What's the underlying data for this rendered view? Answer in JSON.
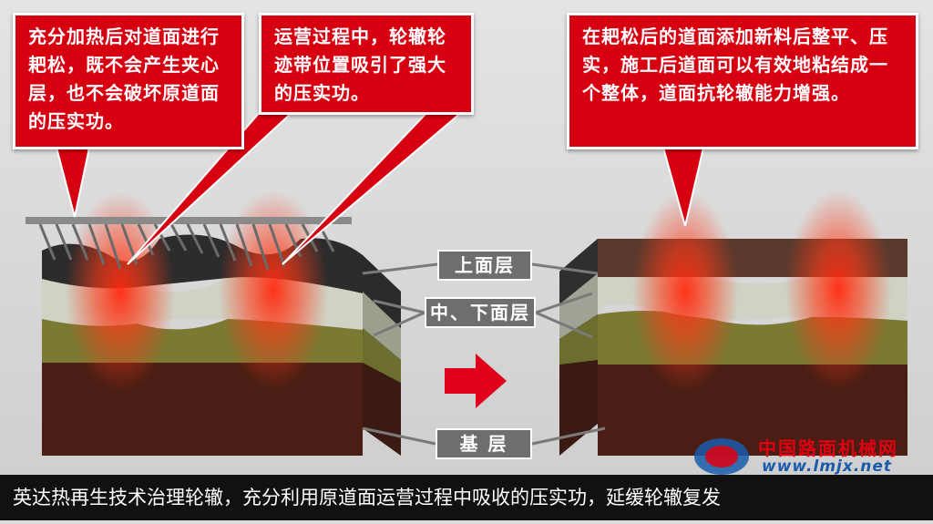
{
  "callouts": {
    "left_text": "充分加热后对道面进行耙松，既不会产生夹心层，也不会破坏原道面的压实功。",
    "middle_text": "运营过程中，轮辙轮迹带位置吸引了强大的压实功。",
    "right_text": "在耙松后的道面添加新料后整平、压实，施工后道面可以有效地粘结成一个整体，道面抗轮辙能力增强。"
  },
  "layer_labels": {
    "upper": "上面层",
    "middle_lower": "中、下面层",
    "base": "基 层"
  },
  "caption": "英达热再生技术治理轮辙，充分利用原道面运营过程中吸收的压实功，延缓轮辙复发",
  "watermark": {
    "cn": "中国路面机械网",
    "url": "www.lmjx.net"
  },
  "colors": {
    "callout_red": "#d70010",
    "label_gray": "#6e6e6e",
    "arrow_red": "#e0001b",
    "caption_bg": "#111111"
  }
}
